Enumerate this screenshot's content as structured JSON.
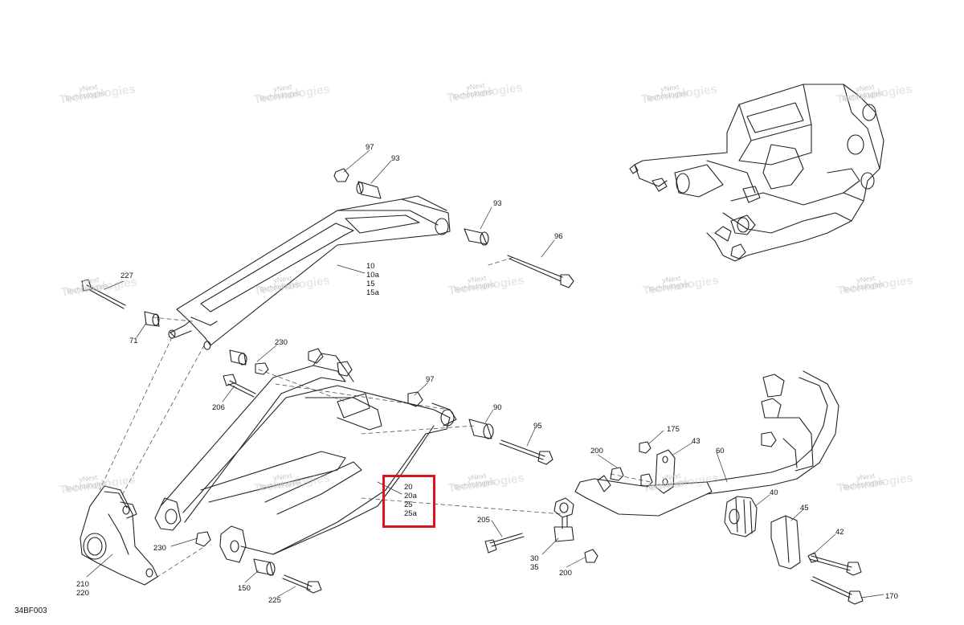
{
  "figure_code": "34BF003",
  "watermark": {
    "line1": "vNext",
    "line2": "Technologies",
    "large": "Technologies"
  },
  "highlight_color": "#d8141c",
  "callouts": {
    "c97a": "97",
    "c93a": "93",
    "c93b": "93",
    "c96": "96",
    "c10": "10\n10a\n15\n15a",
    "c227": "227",
    "c71": "71",
    "c230a": "230",
    "c206": "206",
    "c97b": "97",
    "c90": "90",
    "c95": "95",
    "c20": "20\n20a\n25\n25a",
    "c210": "210\n220",
    "c230b": "230",
    "c150": "150",
    "c225": "225",
    "c205": "205",
    "c30": "30\n35",
    "c200a": "200",
    "c200b": "200",
    "c175": "175",
    "c43": "43",
    "c60": "60",
    "c40": "40",
    "c45": "45",
    "c42": "42",
    "c170": "170"
  }
}
